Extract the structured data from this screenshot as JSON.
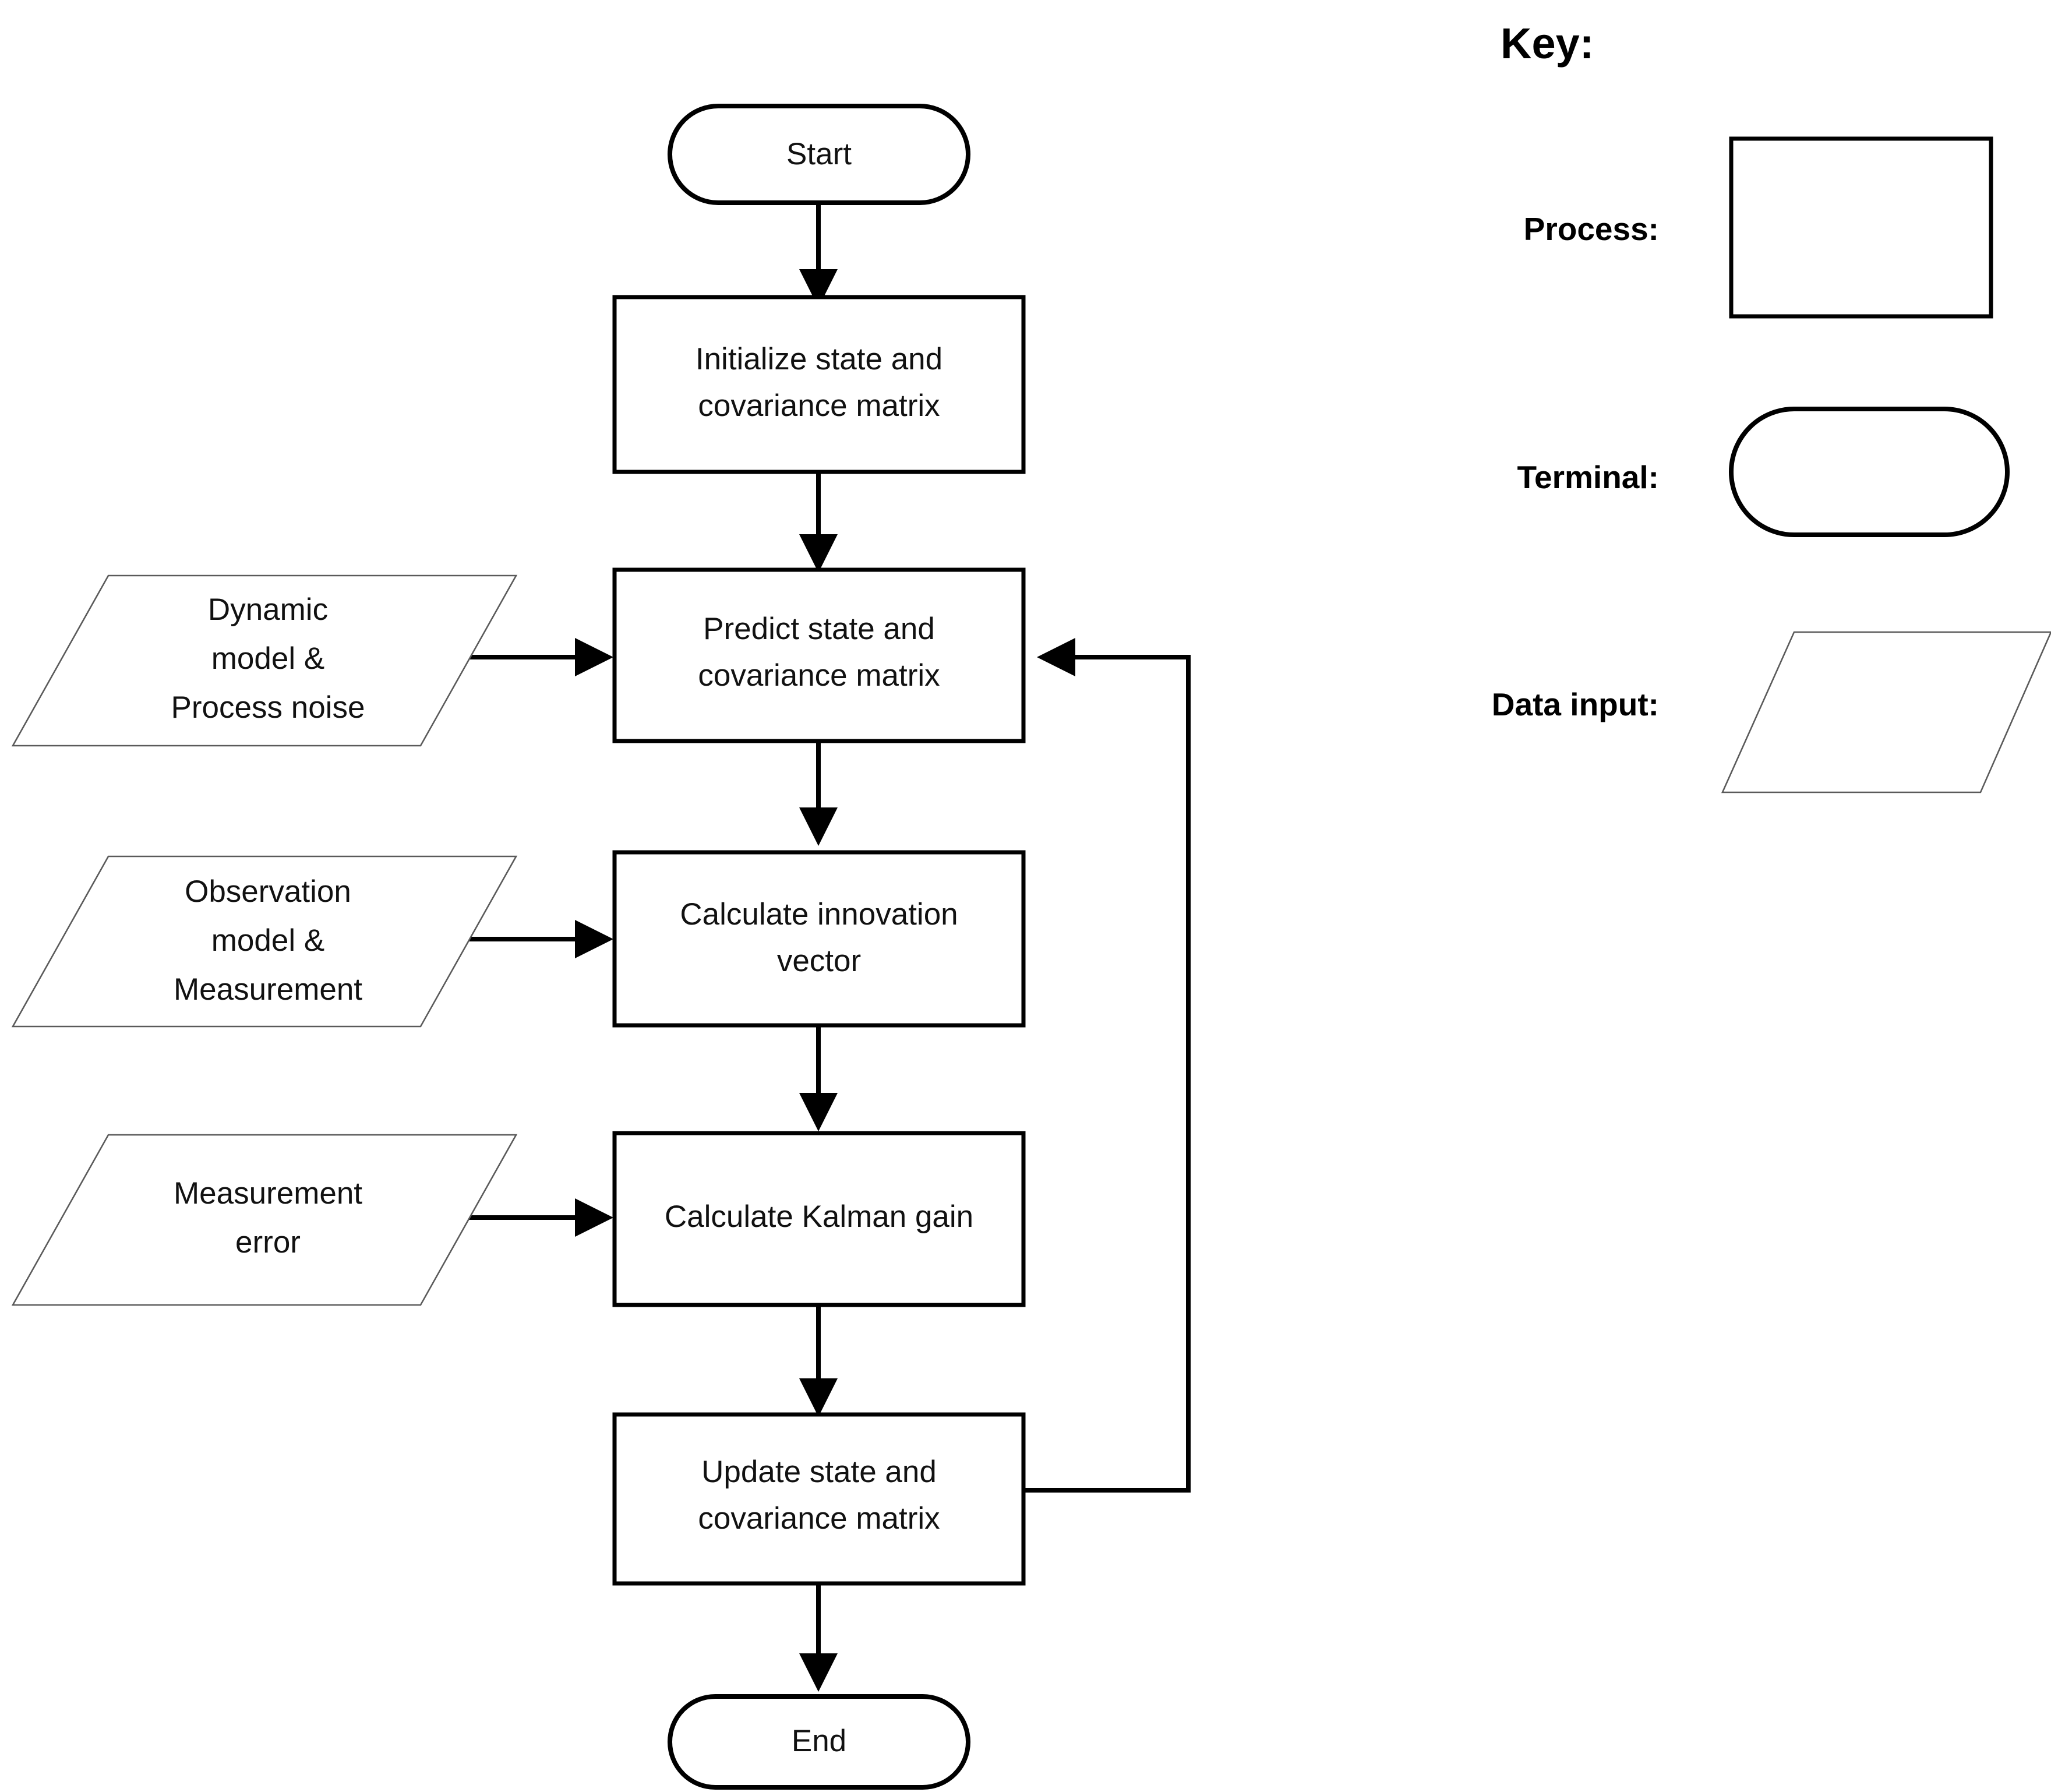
{
  "diagram": {
    "title_visible": false,
    "type": "flowchart",
    "subject": "Kalman filter algorithm flowchart",
    "background_color": "#ffffff",
    "line_color": "#000000",
    "data_shape_color": "#5a5a5a"
  },
  "nodes": {
    "start": {
      "label": "Start",
      "shape": "terminal"
    },
    "initialize": {
      "line1": "Initialize state and",
      "line2": "covariance matrix",
      "shape": "process"
    },
    "predict": {
      "line1": "Predict state and",
      "line2": "covariance  matrix",
      "shape": "process"
    },
    "innovation": {
      "line1": "Calculate innovation",
      "line2": "vector",
      "shape": "process"
    },
    "kalman_gain": {
      "line1": "Calculate Kalman gain",
      "line2": "",
      "shape": "process"
    },
    "update": {
      "line1": "Update state and",
      "line2": "covariance matrix",
      "shape": "process"
    },
    "end": {
      "label": "End",
      "shape": "terminal"
    }
  },
  "inputs": {
    "dynamic": {
      "line1": "Dynamic",
      "line2": "model &",
      "line3": "Process noise",
      "shape": "data-input"
    },
    "observation": {
      "line1": "Observation",
      "line2": "model &",
      "line3": "Measurement",
      "shape": "data-input"
    },
    "measurement_error": {
      "line1": "Measurement",
      "line2": "error",
      "line3": "",
      "shape": "data-input"
    }
  },
  "key": {
    "title": "Key:",
    "items": [
      {
        "label": "Process:",
        "shape": "rectangle"
      },
      {
        "label": "Terminal:",
        "shape": "stadium"
      },
      {
        "label": "Data input:",
        "shape": "parallelogram"
      }
    ]
  },
  "edges": [
    {
      "from": "start",
      "to": "initialize",
      "direction": "down"
    },
    {
      "from": "initialize",
      "to": "predict",
      "direction": "down"
    },
    {
      "from": "dynamic",
      "to": "predict",
      "direction": "right"
    },
    {
      "from": "predict",
      "to": "innovation",
      "direction": "down"
    },
    {
      "from": "observation",
      "to": "innovation",
      "direction": "right"
    },
    {
      "from": "innovation",
      "to": "kalman_gain",
      "direction": "down"
    },
    {
      "from": "measurement_error",
      "to": "kalman_gain",
      "direction": "right"
    },
    {
      "from": "kalman_gain",
      "to": "update",
      "direction": "down"
    },
    {
      "from": "update",
      "to": "predict",
      "direction": "feedback-loop"
    },
    {
      "from": "update",
      "to": "end",
      "direction": "down"
    }
  ]
}
